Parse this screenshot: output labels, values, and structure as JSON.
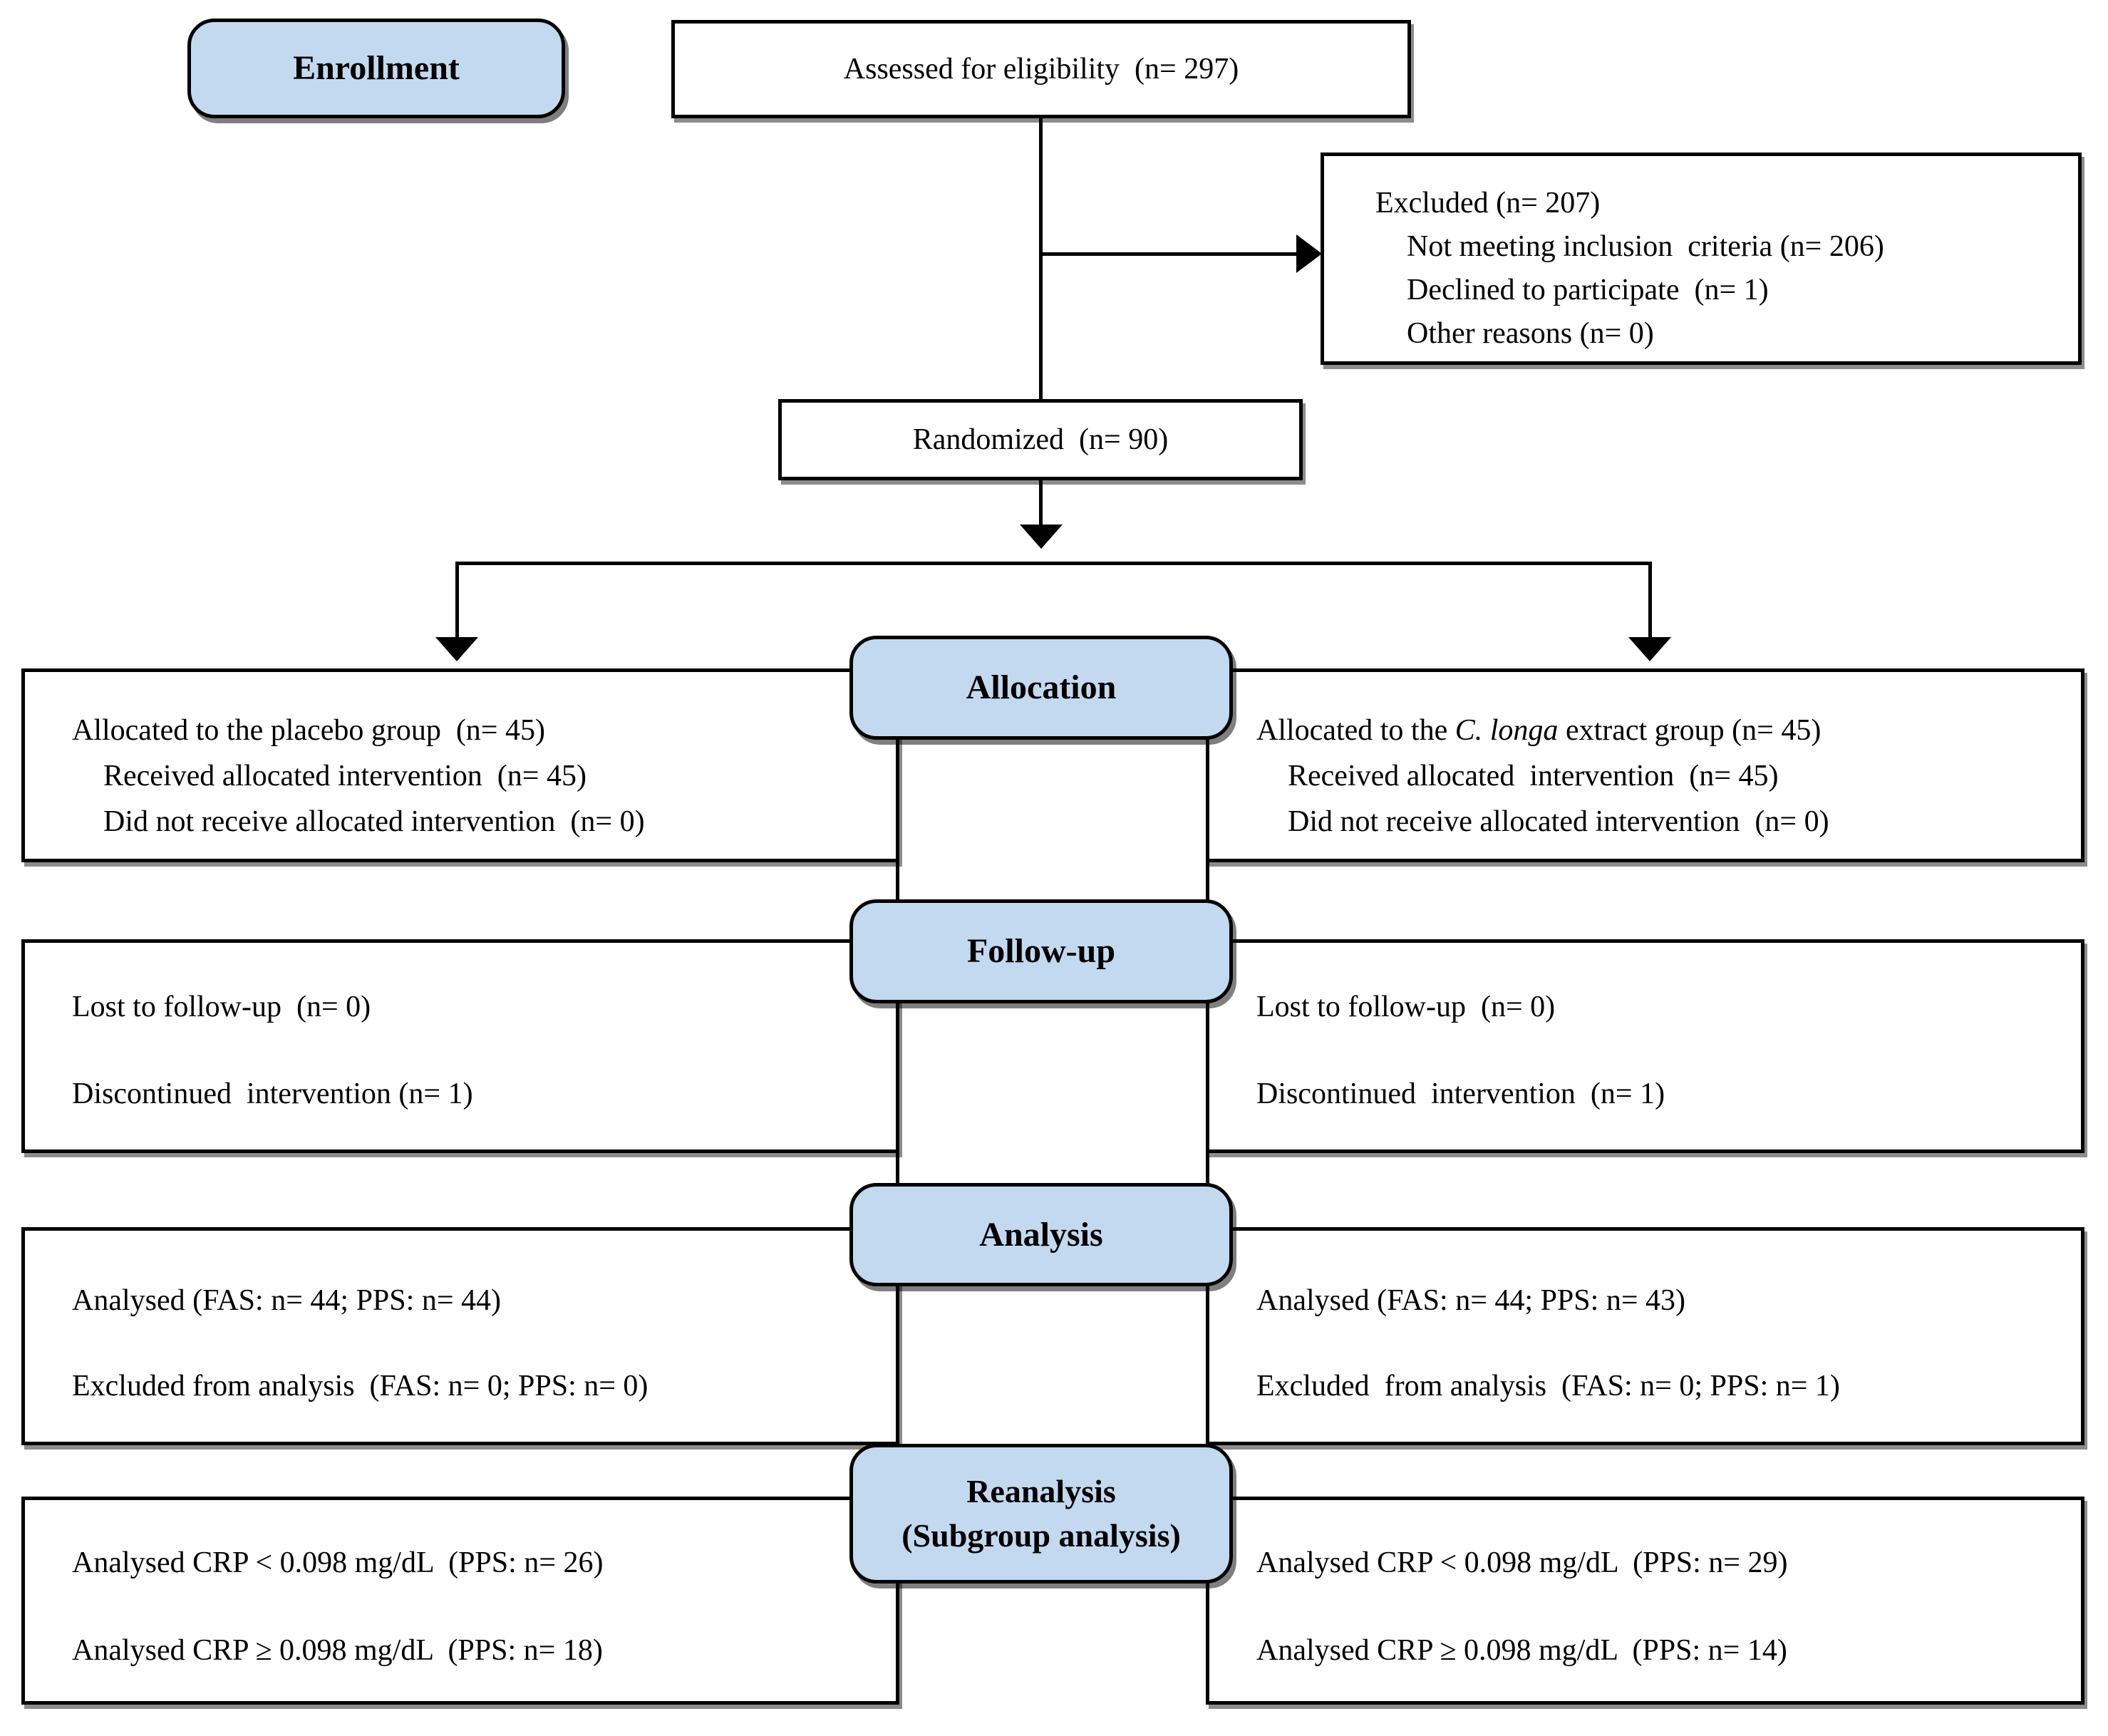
{
  "colors": {
    "header_fill": "#C3D9EF",
    "border": "#000000",
    "background": "#ffffff"
  },
  "headers": {
    "enrollment": "Enrollment",
    "allocation": "Allocation",
    "follow_up": "Follow-up",
    "analysis": "Analysis",
    "reanalysis_line1": "Reanalysis",
    "reanalysis_line2": "(Subgroup analysis)"
  },
  "enrollment": {
    "assessed": "Assessed for eligibility  (n= 297)",
    "excluded": {
      "title": "Excluded (n= 207)",
      "reasons": [
        "Not meeting inclusion  criteria (n= 206)",
        "Declined to participate  (n= 1)",
        "Other reasons (n= 0)"
      ]
    },
    "randomized": "Randomized  (n= 90)"
  },
  "allocation": {
    "placebo": {
      "line1": "Allocated to the placebo group  (n= 45)",
      "line2": "Received allocated intervention  (n= 45)",
      "line3": "Did not receive allocated intervention  (n= 0)"
    },
    "extract": {
      "line1_prefix": "Allocated to the ",
      "line1_italic": "C. longa",
      "line1_suffix": " extract group (n= 45)",
      "line2": "Received allocated  intervention  (n= 45)",
      "line3": "Did not receive allocated intervention  (n= 0)"
    }
  },
  "follow_up": {
    "placebo": {
      "lost": "Lost to follow-up  (n= 0)",
      "discontinued": "Discontinued  intervention (n= 1)"
    },
    "extract": {
      "lost": "Lost to follow-up  (n= 0)",
      "discontinued": "Discontinued  intervention  (n= 1)"
    }
  },
  "analysis": {
    "placebo": {
      "analysed": "Analysed (FAS: n= 44; PPS: n= 44)",
      "excluded": "Excluded from analysis  (FAS: n= 0; PPS: n= 0)"
    },
    "extract": {
      "analysed": "Analysed (FAS: n= 44; PPS: n= 43)",
      "excluded": "Excluded  from analysis  (FAS: n= 0; PPS: n= 1)"
    }
  },
  "reanalysis": {
    "placebo": {
      "crp_low": "Analysed CRP < 0.098 mg/dL  (PPS: n= 26)",
      "crp_high": "Analysed CRP ≥ 0.098 mg/dL  (PPS: n= 18)"
    },
    "extract": {
      "crp_low": "Analysed CRP < 0.098 mg/dL  (PPS: n= 29)",
      "crp_high": "Analysed CRP ≥ 0.098 mg/dL  (PPS: n= 14)"
    }
  }
}
